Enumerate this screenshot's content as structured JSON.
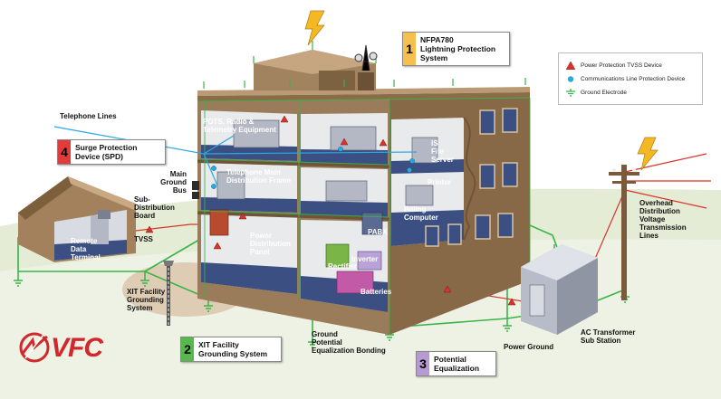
{
  "callouts": {
    "lightning": {
      "num": "1",
      "text": "NFPA780\nLightning Protection\nSystem",
      "color": "#f6c04e"
    },
    "grounding": {
      "num": "2",
      "text": "XIT Facility\nGrounding System",
      "color": "#56b94b"
    },
    "equalization": {
      "num": "3",
      "text": "Potential\nEqualization",
      "color": "#b79ad1"
    },
    "spd": {
      "num": "4",
      "text": "Surge Protection\nDevice (SPD)",
      "color": "#e23b3b"
    }
  },
  "legend": {
    "power_tvss": "Power Protection TVSS Device",
    "comm_protection": "Communications Line Protection Device",
    "ground_electrode": "Ground Electrode"
  },
  "labels": {
    "telephone_lines": "Telephone Lines",
    "main_ground_bus": "Main\nGround\nBus",
    "sub_distribution_board": "Sub-\nDistribution\nBoard",
    "tvss": "TVSS",
    "remote_data_terminal": "Remote\nData\nTerminal",
    "pots_radio": "POTS, Radio &\nTelemetry Equipment",
    "telephone_main": "Telephone Main\nDistribution Frame",
    "power_distribution": "Power\nDistribution\nPanel",
    "is_file_server": "IS\nFile\nServer",
    "printer": "Printer",
    "billing_computer": "Billing\nComputer",
    "pabx": "PABX",
    "inverter": "Inverter",
    "rectifier": "Rectifier",
    "batteries": "Batteries",
    "xit_facility": "XIT Facility\nGrounding\nSystem",
    "ground_potential": "Ground\nPotential\nEqualization Bonding",
    "power_ground": "Power Ground",
    "ac_transformer": "AC Transformer\nSub Station",
    "overhead": "Overhead\nDistribution\nVoltage\nTransmission\nLines"
  },
  "logo": {
    "text": "VFC"
  },
  "colors": {
    "wall": "#9a7b5a",
    "wall_dark": "#6e5438",
    "floor": "#3b4f82",
    "interior": "#e9eaec",
    "ground_wire": "#38b449",
    "power_wire": "#d9342b",
    "comm_wire": "#2aa8e0",
    "grass": "#dfe8cc",
    "logo_red": "#d0282d",
    "bolt": "#f4b824"
  }
}
